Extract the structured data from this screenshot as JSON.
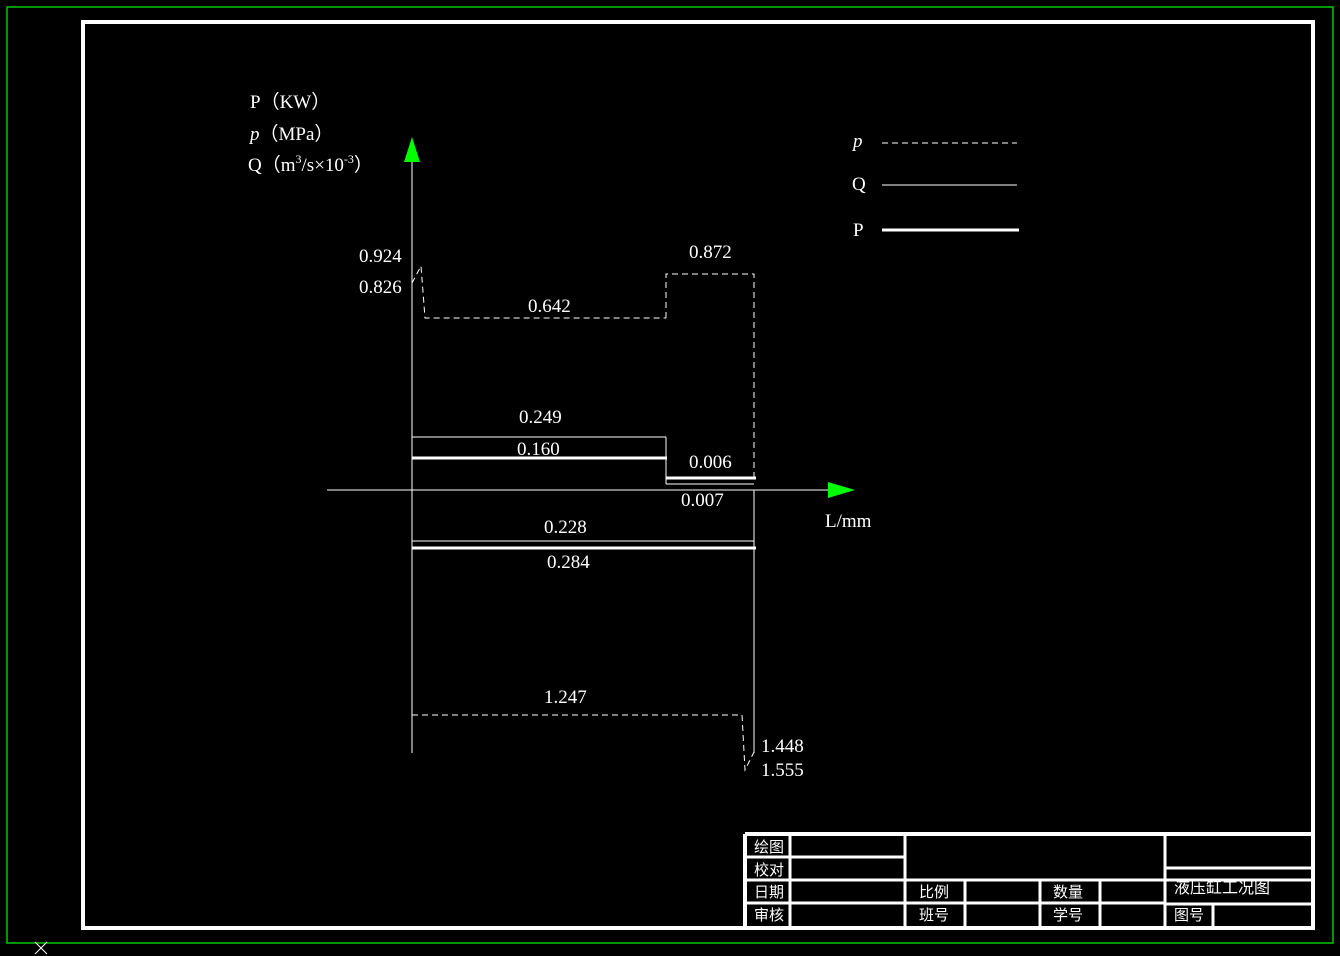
{
  "colors": {
    "background": "#000000",
    "outer_border": "#00c800",
    "drawing": "#ffffff",
    "axis_arrow": "#00ff00"
  },
  "axes": {
    "y_title_power": "P（KW）",
    "y_title_pressure_var": "p",
    "y_title_pressure_unit": "（MPa）",
    "y_title_flow_a": "Q（m",
    "y_title_flow_sup": "3",
    "y_title_flow_b": "/s×10",
    "y_title_flow_exp": "-3",
    "y_title_flow_c": "）",
    "x_label": "L/mm"
  },
  "legend": {
    "pressure": "p",
    "flow": "Q",
    "power": "P"
  },
  "values": {
    "p_start_high": "0.924",
    "p_start_low": "0.826",
    "p_fast_forward": "0.642",
    "p_work_feed": "0.872",
    "q_fast_forward": "0.249",
    "power_fast_forward": "0.160",
    "power_work_feed": "0.006",
    "q_work_feed": "0.007",
    "q_return": "0.228",
    "power_return": "0.284",
    "p_return": "1.247",
    "p_end_a": "1.448",
    "p_end_b": "1.555"
  },
  "title_block": {
    "drawn_by": "绘图",
    "checked_by": "校对",
    "date": "日期",
    "reviewed_by": "审核",
    "scale": "比例",
    "class_no": "班号",
    "quantity": "数量",
    "student_no": "学号",
    "drawing_title": "液压缸工况图",
    "drawing_no": "图号"
  }
}
